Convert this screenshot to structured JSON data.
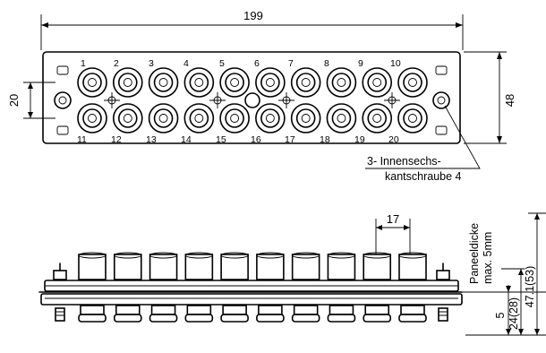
{
  "top_view": {
    "overall_width": "199",
    "overall_height": "48",
    "row_spacing": "20",
    "port_numbers_top": [
      "1",
      "2",
      "3",
      "4",
      "5",
      "6",
      "7",
      "8",
      "9",
      "10"
    ],
    "port_numbers_bottom": [
      "11",
      "12",
      "13",
      "14",
      "15",
      "16",
      "17",
      "18",
      "19",
      "20"
    ]
  },
  "callout": {
    "line1": "3- Innensechs-",
    "line2": "kantschraube 4"
  },
  "side_view": {
    "pitch": "17",
    "panel_label_1": "Paneeldicke",
    "panel_label_2": "max. 5mm",
    "dim_small": "5",
    "dim_mid": "24(28)",
    "dim_total": "47.1(53)"
  }
}
